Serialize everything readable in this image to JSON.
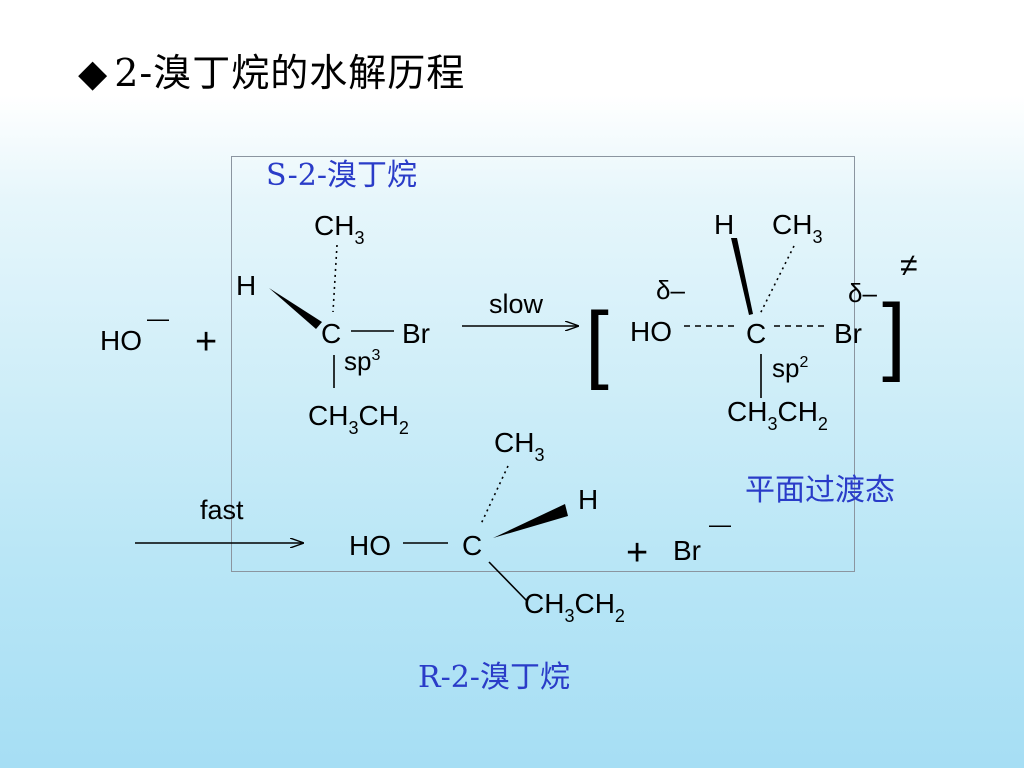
{
  "title": {
    "bullet": "◆",
    "text": "2-溴丁烷的水解历程"
  },
  "labels": {
    "reactant_name": "S-2-溴丁烷",
    "transition_state_name": "平面过渡态",
    "product_name": "R-2-溴丁烷"
  },
  "step1": {
    "nucleophile": "HO",
    "nucleophile_charge": "—",
    "plus": "+",
    "arrow_label": "slow"
  },
  "reactant": {
    "top_group": {
      "main": "CH",
      "sub": "3"
    },
    "left_group": "H",
    "center": "C",
    "leaving_group": "Br",
    "hybrid": {
      "main": "sp",
      "sup": "3"
    },
    "bottom_group": {
      "p1": "CH",
      "s1": "3",
      "p2": "CH",
      "s2": "2"
    }
  },
  "transition_state": {
    "bracket_left": "[",
    "bracket_right": "]",
    "double_dagger": "≠",
    "top_left": "H",
    "top_right": {
      "main": "CH",
      "sub": "3"
    },
    "delta_left": "δ–",
    "delta_right": "δ–",
    "left": "HO",
    "center": "C",
    "right": "Br",
    "hybrid": {
      "main": "sp",
      "sup": "2"
    },
    "bottom_group": {
      "p1": "CH",
      "s1": "3",
      "p2": "CH",
      "s2": "2"
    }
  },
  "step2": {
    "arrow_label": "fast",
    "plus": "+",
    "byproduct": "Br",
    "byproduct_charge": "—"
  },
  "product": {
    "top_group": {
      "main": "CH",
      "sub": "3"
    },
    "right_group": "H",
    "left": "HO",
    "center": "C",
    "bottom_group": {
      "p1": "CH",
      "s1": "3",
      "p2": "CH",
      "s2": "2"
    }
  }
}
